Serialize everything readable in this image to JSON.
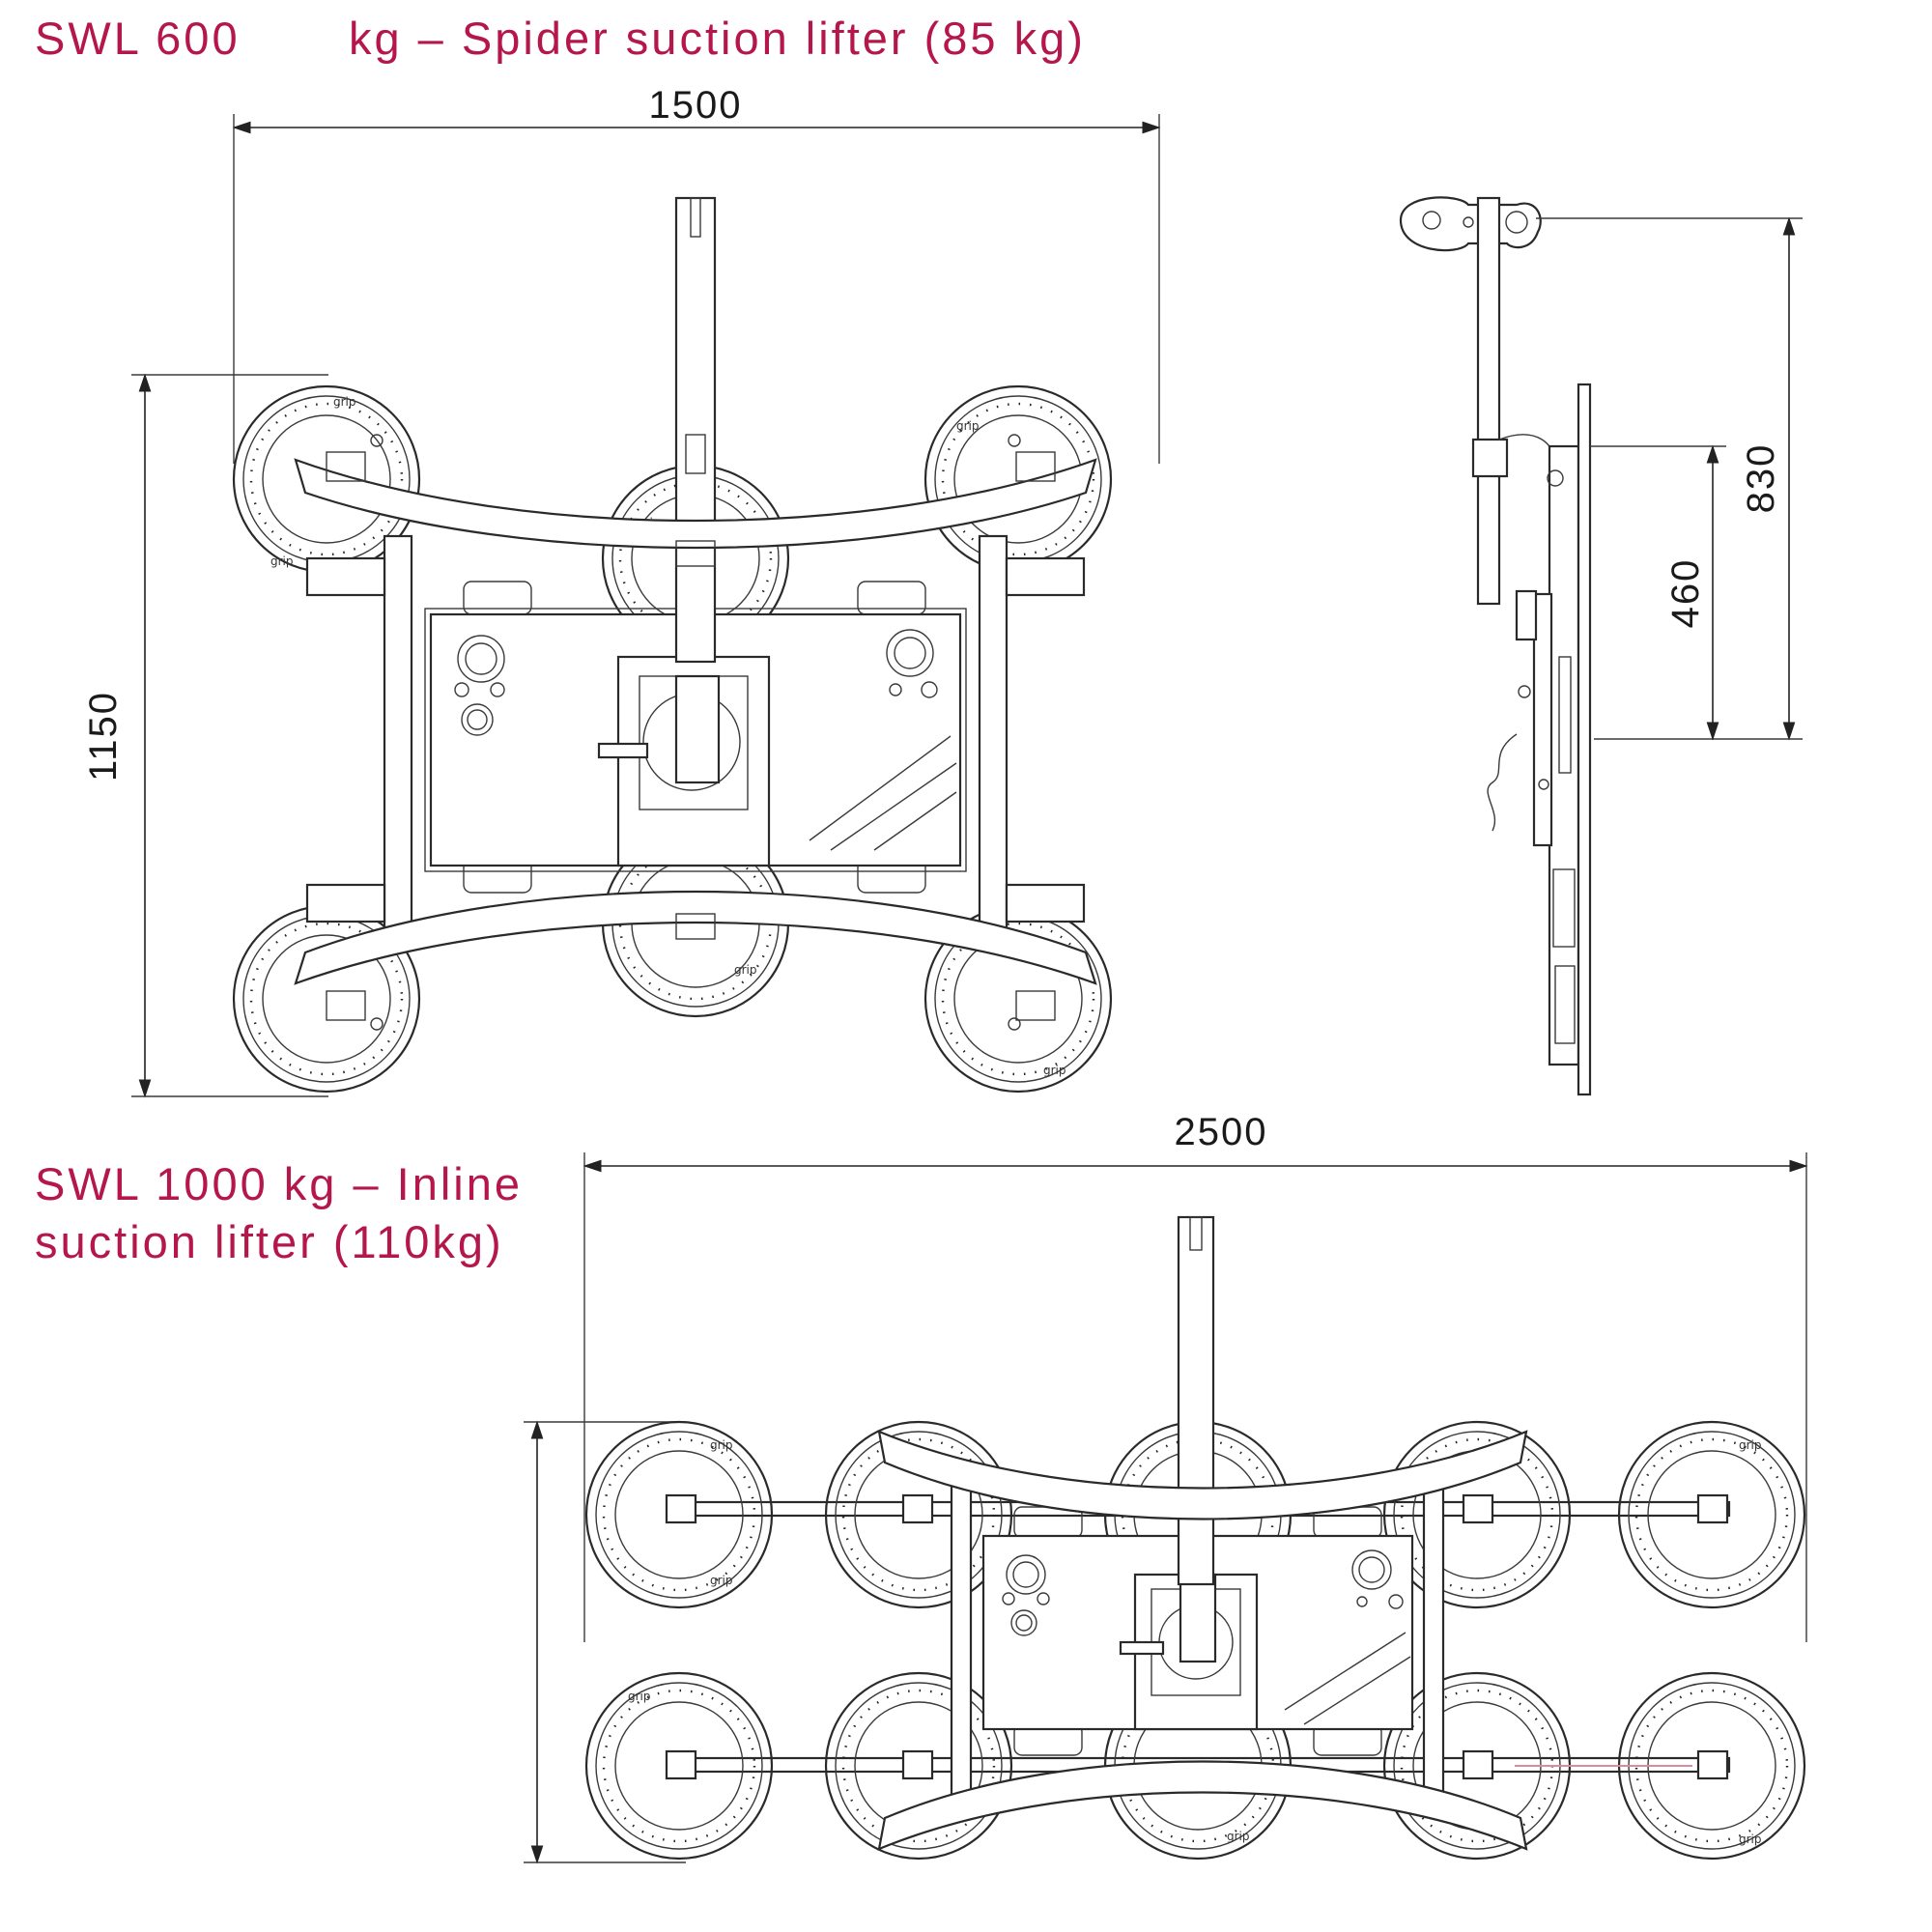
{
  "accent_color": "#b5174b",
  "spider": {
    "title": "SWL 600       kg – Spider suction lifter (85 kg)",
    "dim_width": "1500",
    "dim_height": "1150",
    "side_dim_total": "830",
    "side_dim_pad": "460"
  },
  "inline": {
    "title_line1": "SWL 1000 kg – Inline",
    "title_line2": "suction lifter (110kg)",
    "dim_width": "2500"
  },
  "pad_brand": "grip"
}
